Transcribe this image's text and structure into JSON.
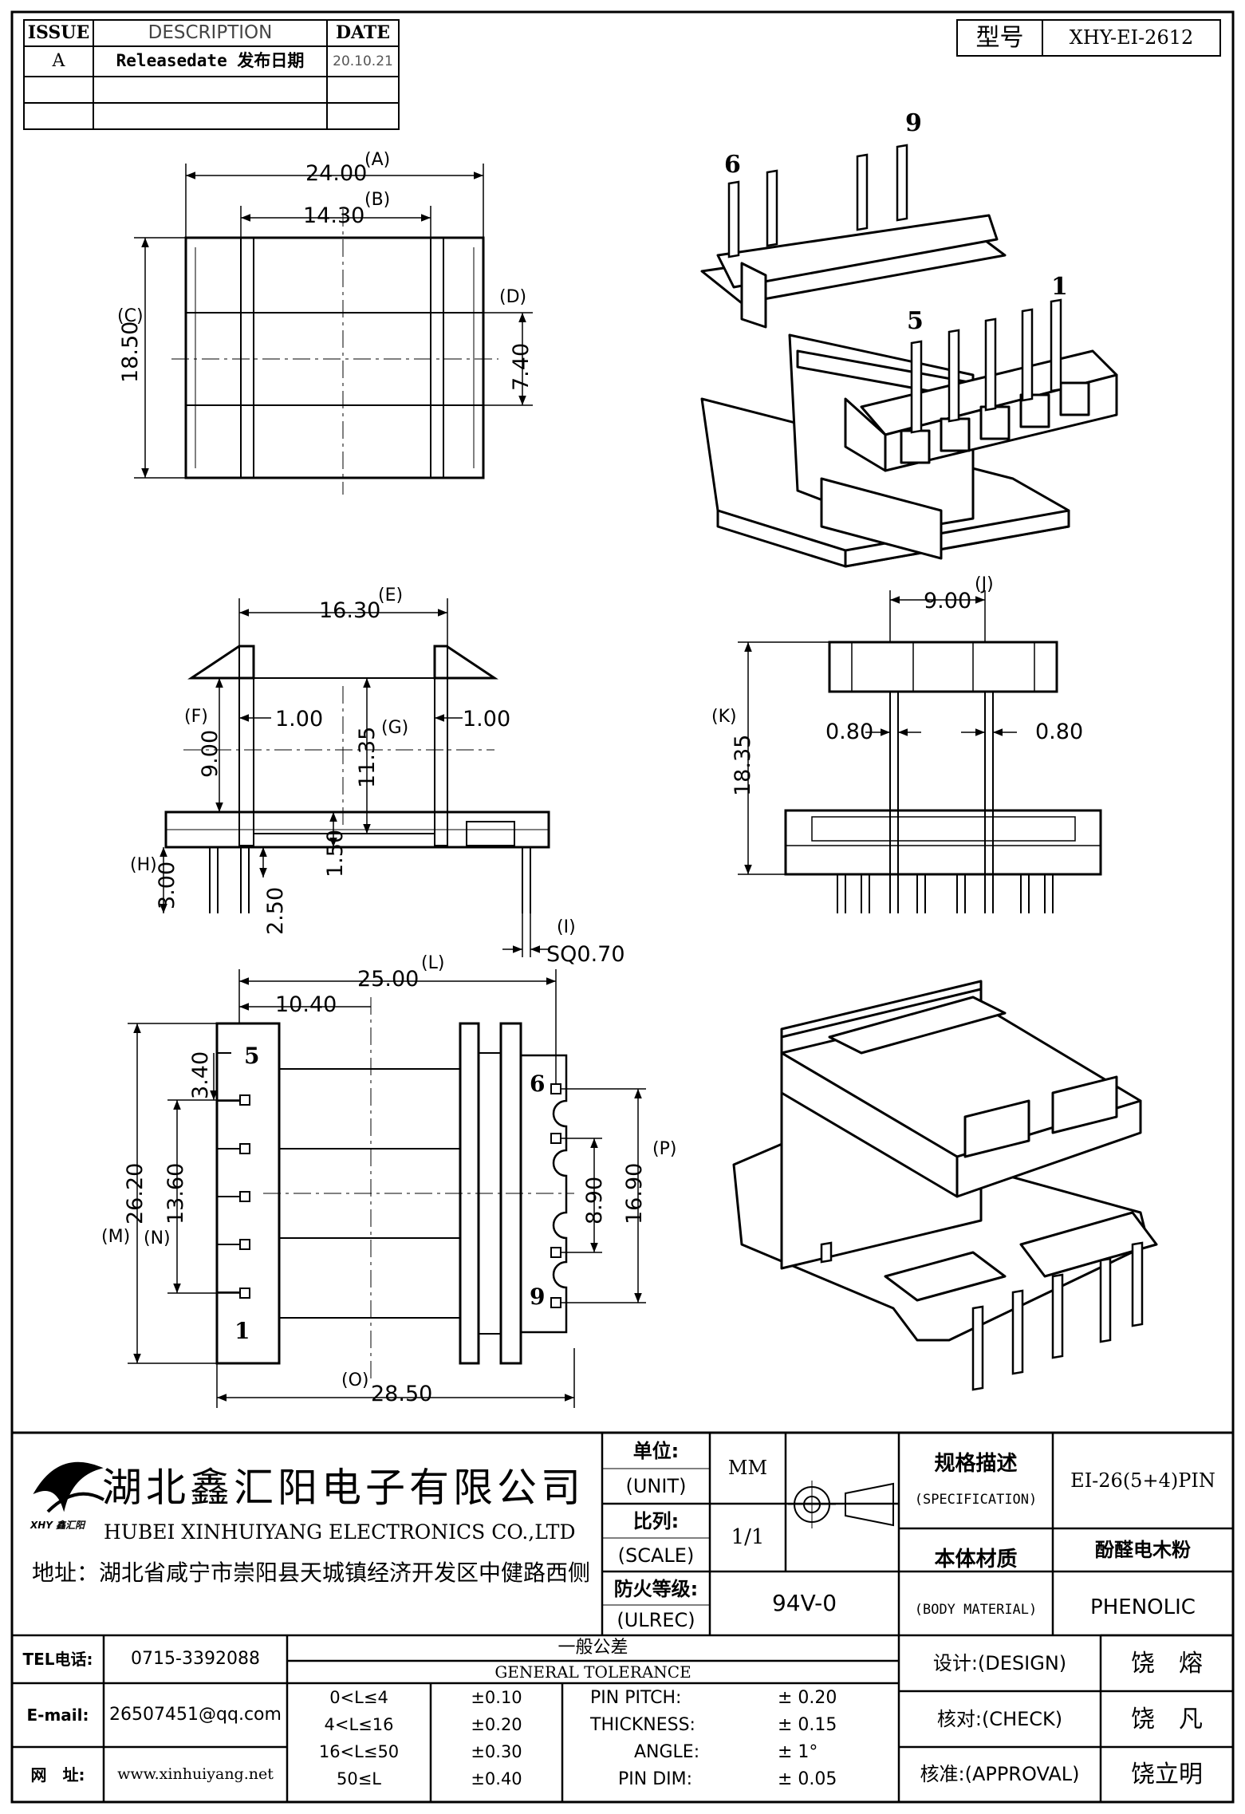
{
  "revision_table": {
    "headers": [
      "ISSUE",
      "DESCRIPTION",
      "DATE"
    ],
    "rows": [
      {
        "issue": "A",
        "description": "Releasedate 发布日期",
        "date": "20.10.21"
      }
    ]
  },
  "model": {
    "label": "型号",
    "value": "XHY-EI-2612"
  },
  "dimensions": {
    "A": "24.00",
    "B": "14.30",
    "C": "18.50",
    "D": "7.40",
    "E": "16.30",
    "F": "9.00",
    "F_wall": "1.00",
    "G": "11.35",
    "G_wall": "1.00",
    "H": "3.00",
    "base": "1.50",
    "pin_len": "2.50",
    "I": "SQ0.70",
    "J": "9.00",
    "K": "18.35",
    "J_left": "0.80",
    "J_right": "0.80",
    "L": "25.00",
    "L_sub": "10.40",
    "M": "26.20",
    "N": "13.60",
    "N_sub": "3.40",
    "O": "28.50",
    "P": "16.90",
    "P_sub": "8.90"
  },
  "dim_letters": {
    "A": "(A)",
    "B": "(B)",
    "C": "(C)",
    "D": "(D)",
    "E": "(E)",
    "F": "(F)",
    "G": "(G)",
    "H": "(H)",
    "I": "(I)",
    "J": "(J)",
    "K": "(K)",
    "L": "(L)",
    "M": "(M)",
    "N": "(N)",
    "O": "(O)",
    "P": "(P)"
  },
  "pin_labels": {
    "p1": "1",
    "p5": "5",
    "p6": "6",
    "p9": "9"
  },
  "company": {
    "name_cn": "湖北鑫汇阳电子有限公司",
    "name_en": "HUBEI XINHUIYANG ELECTRONICS CO.,LTD",
    "logo_text": "XHY 鑫汇阳",
    "address": "地址：湖北省咸宁市崇阳县天城镇经济开发区中健路西侧"
  },
  "contact": [
    {
      "label": "TEL电话:",
      "value": "0715-3392088"
    },
    {
      "label": "E-mail:",
      "value": "26507451@qq.com"
    },
    {
      "label": "网　址:",
      "value": "www.xinhuiyang.net"
    }
  ],
  "unit": {
    "label_cn": "单位:",
    "label_en": "(UNIT)",
    "value": "MM"
  },
  "scale": {
    "label_cn": "比列:",
    "label_en": "(SCALE)",
    "value": "1/1"
  },
  "ulrec": {
    "label_cn": "防火等级:",
    "label_en": "(ULREC)",
    "value": "94V-0"
  },
  "specification": {
    "label_cn": "规格描述",
    "label_en": "(SPECIFICATION)",
    "value": "EI-26(5+4)PIN"
  },
  "material": {
    "label_cn": "本体材质",
    "label_en": "(BODY MATERIAL)",
    "value_cn": "酚醛电木粉",
    "value_en": "PHENOLIC"
  },
  "tolerance": {
    "title_cn": "一般公差",
    "title_en": "GENERAL TOLERANCE",
    "ranges": [
      {
        "range": "0<L≤4",
        "tol": "±0.10"
      },
      {
        "range": "4<L≤16",
        "tol": "±0.20"
      },
      {
        "range": "16<L≤50",
        "tol": "±0.30"
      },
      {
        "range": "50≤L",
        "tol": "±0.40"
      }
    ],
    "specs": [
      {
        "name": "PIN PITCH:",
        "tol": "±  0.20"
      },
      {
        "name": "THICKNESS:",
        "tol": "±  0.15"
      },
      {
        "name": "ANGLE:",
        "tol": "±  1°"
      },
      {
        "name": "PIN DIM:",
        "tol": "±  0.05"
      }
    ]
  },
  "signoff": [
    {
      "label": "设计:(DESIGN)",
      "name": "饶　熔"
    },
    {
      "label": "核对:(CHECK)",
      "name": "饶　凡"
    },
    {
      "label": "核准:(APPROVAL)",
      "name": "饶立明"
    }
  ]
}
